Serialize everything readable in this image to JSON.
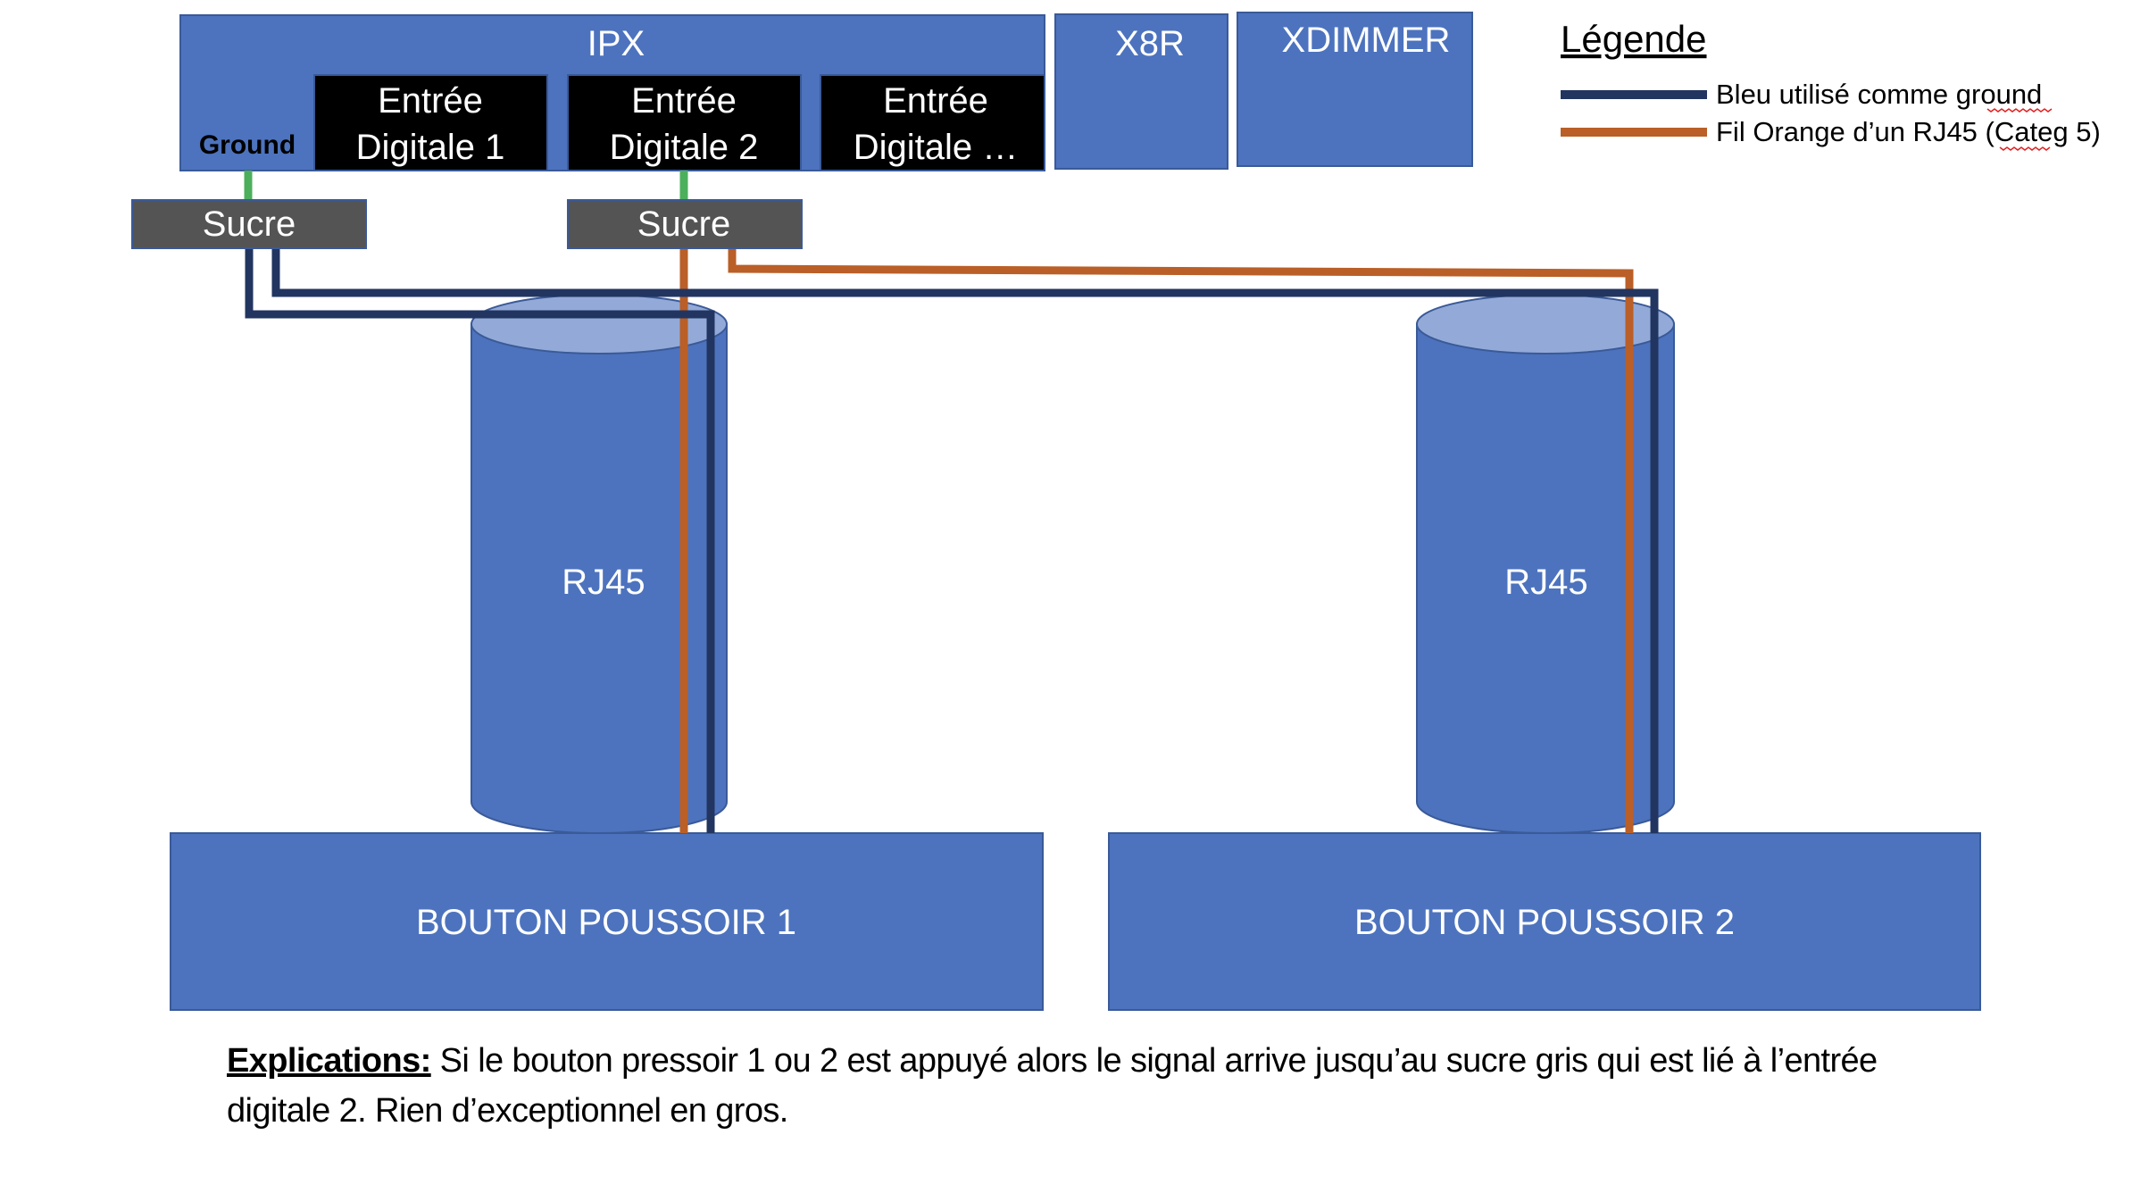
{
  "diagram": {
    "ipx": {
      "title": "IPX",
      "ground_label": "Ground",
      "inputs": [
        {
          "line1": "Entrée",
          "line2": "Digitale 1"
        },
        {
          "line1": "Entrée",
          "line2": "Digitale 2"
        },
        {
          "line1": "Entrée",
          "line2": "Digitale …"
        }
      ]
    },
    "modules": {
      "x8r": "X8R",
      "xdimmer": "XDIMMER"
    },
    "connectors": {
      "sucre_1": "Sucre",
      "sucre_2": "Sucre"
    },
    "cables": {
      "rj45_1": "RJ45",
      "rj45_2": "RJ45"
    },
    "buttons": {
      "bouton_1": "BOUTON POUSSOIR 1",
      "bouton_2": "BOUTON POUSSOIR 2"
    },
    "legend": {
      "title": "Légende",
      "items": [
        {
          "label": "Bleu utilisé comme ground",
          "color": "#223560"
        },
        {
          "label": "Fil Orange d’un RJ45 (Categ 5)",
          "color": "#BA5F27"
        }
      ]
    },
    "explanation": {
      "heading": "Explications:",
      "text": " Si le bouton pressoir 1 ou 2 est appuyé alors le signal arrive jusqu’au sucre gris qui est lié à l’entrée digitale 2. Rien d’exceptionnel en gros."
    },
    "colors": {
      "box_blue": "#4D73BE",
      "box_border": "#3A5A98",
      "input_black": "#000000",
      "sucre_gray": "#545454",
      "cylinder_top": "#93AAD8",
      "ground_wire": "#223560",
      "orange_wire": "#BA5F27",
      "green_link": "#4CAF5C"
    }
  }
}
